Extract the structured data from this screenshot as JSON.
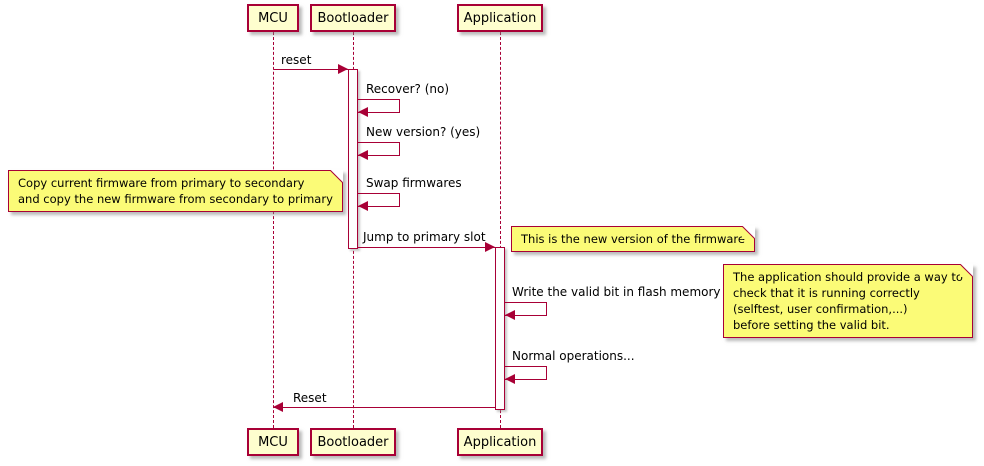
{
  "participants": [
    {
      "label": "MCU"
    },
    {
      "label": "Bootloader"
    },
    {
      "label": "Application"
    }
  ],
  "messages": [
    {
      "label": "reset",
      "from": "MCU",
      "to": "Bootloader",
      "kind": "call"
    },
    {
      "label": "Recover? (no)",
      "from": "Bootloader",
      "to": "Bootloader",
      "kind": "self"
    },
    {
      "label": "New version? (yes)",
      "from": "Bootloader",
      "to": "Bootloader",
      "kind": "self"
    },
    {
      "label": "Swap firmwares",
      "from": "Bootloader",
      "to": "Bootloader",
      "kind": "self"
    },
    {
      "label": "Jump to primary slot",
      "from": "Bootloader",
      "to": "Application",
      "kind": "call"
    },
    {
      "label": "Write the valid bit in flash memory",
      "from": "Application",
      "to": "Application",
      "kind": "self"
    },
    {
      "label": "Normal operations...",
      "from": "Application",
      "to": "Application",
      "kind": "self"
    },
    {
      "label": "Reset",
      "from": "Application",
      "to": "MCU",
      "kind": "call"
    }
  ],
  "notes": [
    {
      "position": "left",
      "text": "Copy current firmware from primary to secondary\nand copy the new firmware from secondary to primary"
    },
    {
      "position": "right",
      "text": "This is the new version of the firmware"
    },
    {
      "position": "right",
      "text": "The application should provide a way to\ncheck that it is running correctly\n(selftest, user confirmation,...)\nbefore setting the valid bit."
    }
  ],
  "colors": {
    "accent": "#A80036",
    "participant_fill": "#FEFECE",
    "note_fill": "#FBFB77",
    "background": "#FFFFFF"
  }
}
